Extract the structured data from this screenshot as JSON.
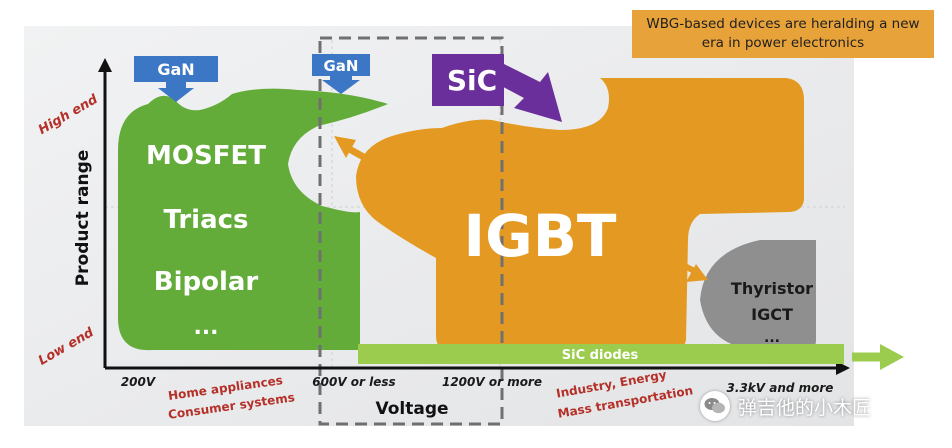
{
  "callout": {
    "text_line1": "WBG-based devices are heralding a new",
    "text_line2": "era in power  electronics"
  },
  "axes": {
    "y_label": "Product range",
    "y_high": "High end",
    "y_low": "Low end",
    "x_label": "Voltage"
  },
  "voltage_ticks": [
    "200V",
    "600V or less",
    "1200V or more",
    "3.3kV and more"
  ],
  "applications": {
    "home_line1": "Home appliances",
    "home_line2": "Consumer systems",
    "industry_line1": "Industry, Energy",
    "industry_line2": "Mass transportation"
  },
  "mosfet_region": {
    "items": [
      "MOSFET",
      "Triacs",
      "Bipolar",
      "..."
    ]
  },
  "igbt_region": {
    "label": "IGBT"
  },
  "thyristor_region": {
    "line1": "Thyristor",
    "line2": "IGCT",
    "line3": "..."
  },
  "tags": {
    "gan_left": "GaN",
    "gan_right": "GaN",
    "sic": "SiC"
  },
  "sic_diodes_bar": {
    "label": "SiC diodes"
  },
  "watermark": {
    "text": "弹吉他的小木匠",
    "icon": "wechat-icon"
  },
  "colors": {
    "background": "#e9eaec",
    "mosfet_green": "#63ac3a",
    "igbt_orange": "#e49a22",
    "thyristor_gray": "#8f8f8f",
    "gan_blue": "#3c77c5",
    "sic_purple": "#6a2f9a",
    "diode_green": "#9ccc4e",
    "axis_label_red": "#b53028",
    "callout_orange": "#e8a23a"
  }
}
